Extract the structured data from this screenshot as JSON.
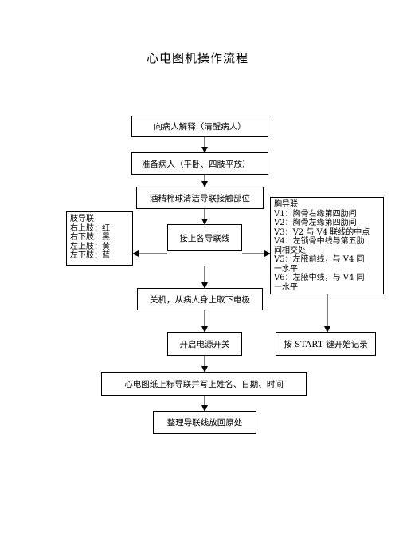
{
  "title": "心电图机操作流程",
  "steps": {
    "explain": "向病人解释（清醒病人）",
    "prepare": "准备病人（平卧、四肢平放）",
    "clean": "酒精棉球清洁导联接触部位",
    "connect": "接上各导联线",
    "remove": "关机，从病人身上取下电极",
    "power": "开启电源开关",
    "start": "按 START 键开始记录",
    "label": "心电图纸上标导联并写上姓名、日期、时间",
    "tidy": "整理导联线放回原处"
  },
  "limb_leads": {
    "heading": "肢导联",
    "lines": [
      "右上肢：红",
      "右下肢：黑",
      "左上肢：黄",
      "左下肢：蓝"
    ]
  },
  "chest_leads": {
    "heading": "胸导联",
    "lines": [
      "V1：胸骨右缘第四肋间",
      "V2：胸骨左缘第四肋间",
      "V3：V2 与 V4 联线的中点",
      "V4：左锁骨中线与第五肋",
      "间相交处",
      "V5：左腋前线，与 V4 同",
      "一水平",
      "V6：左腋中线，与 V4 同",
      "一水平"
    ]
  }
}
